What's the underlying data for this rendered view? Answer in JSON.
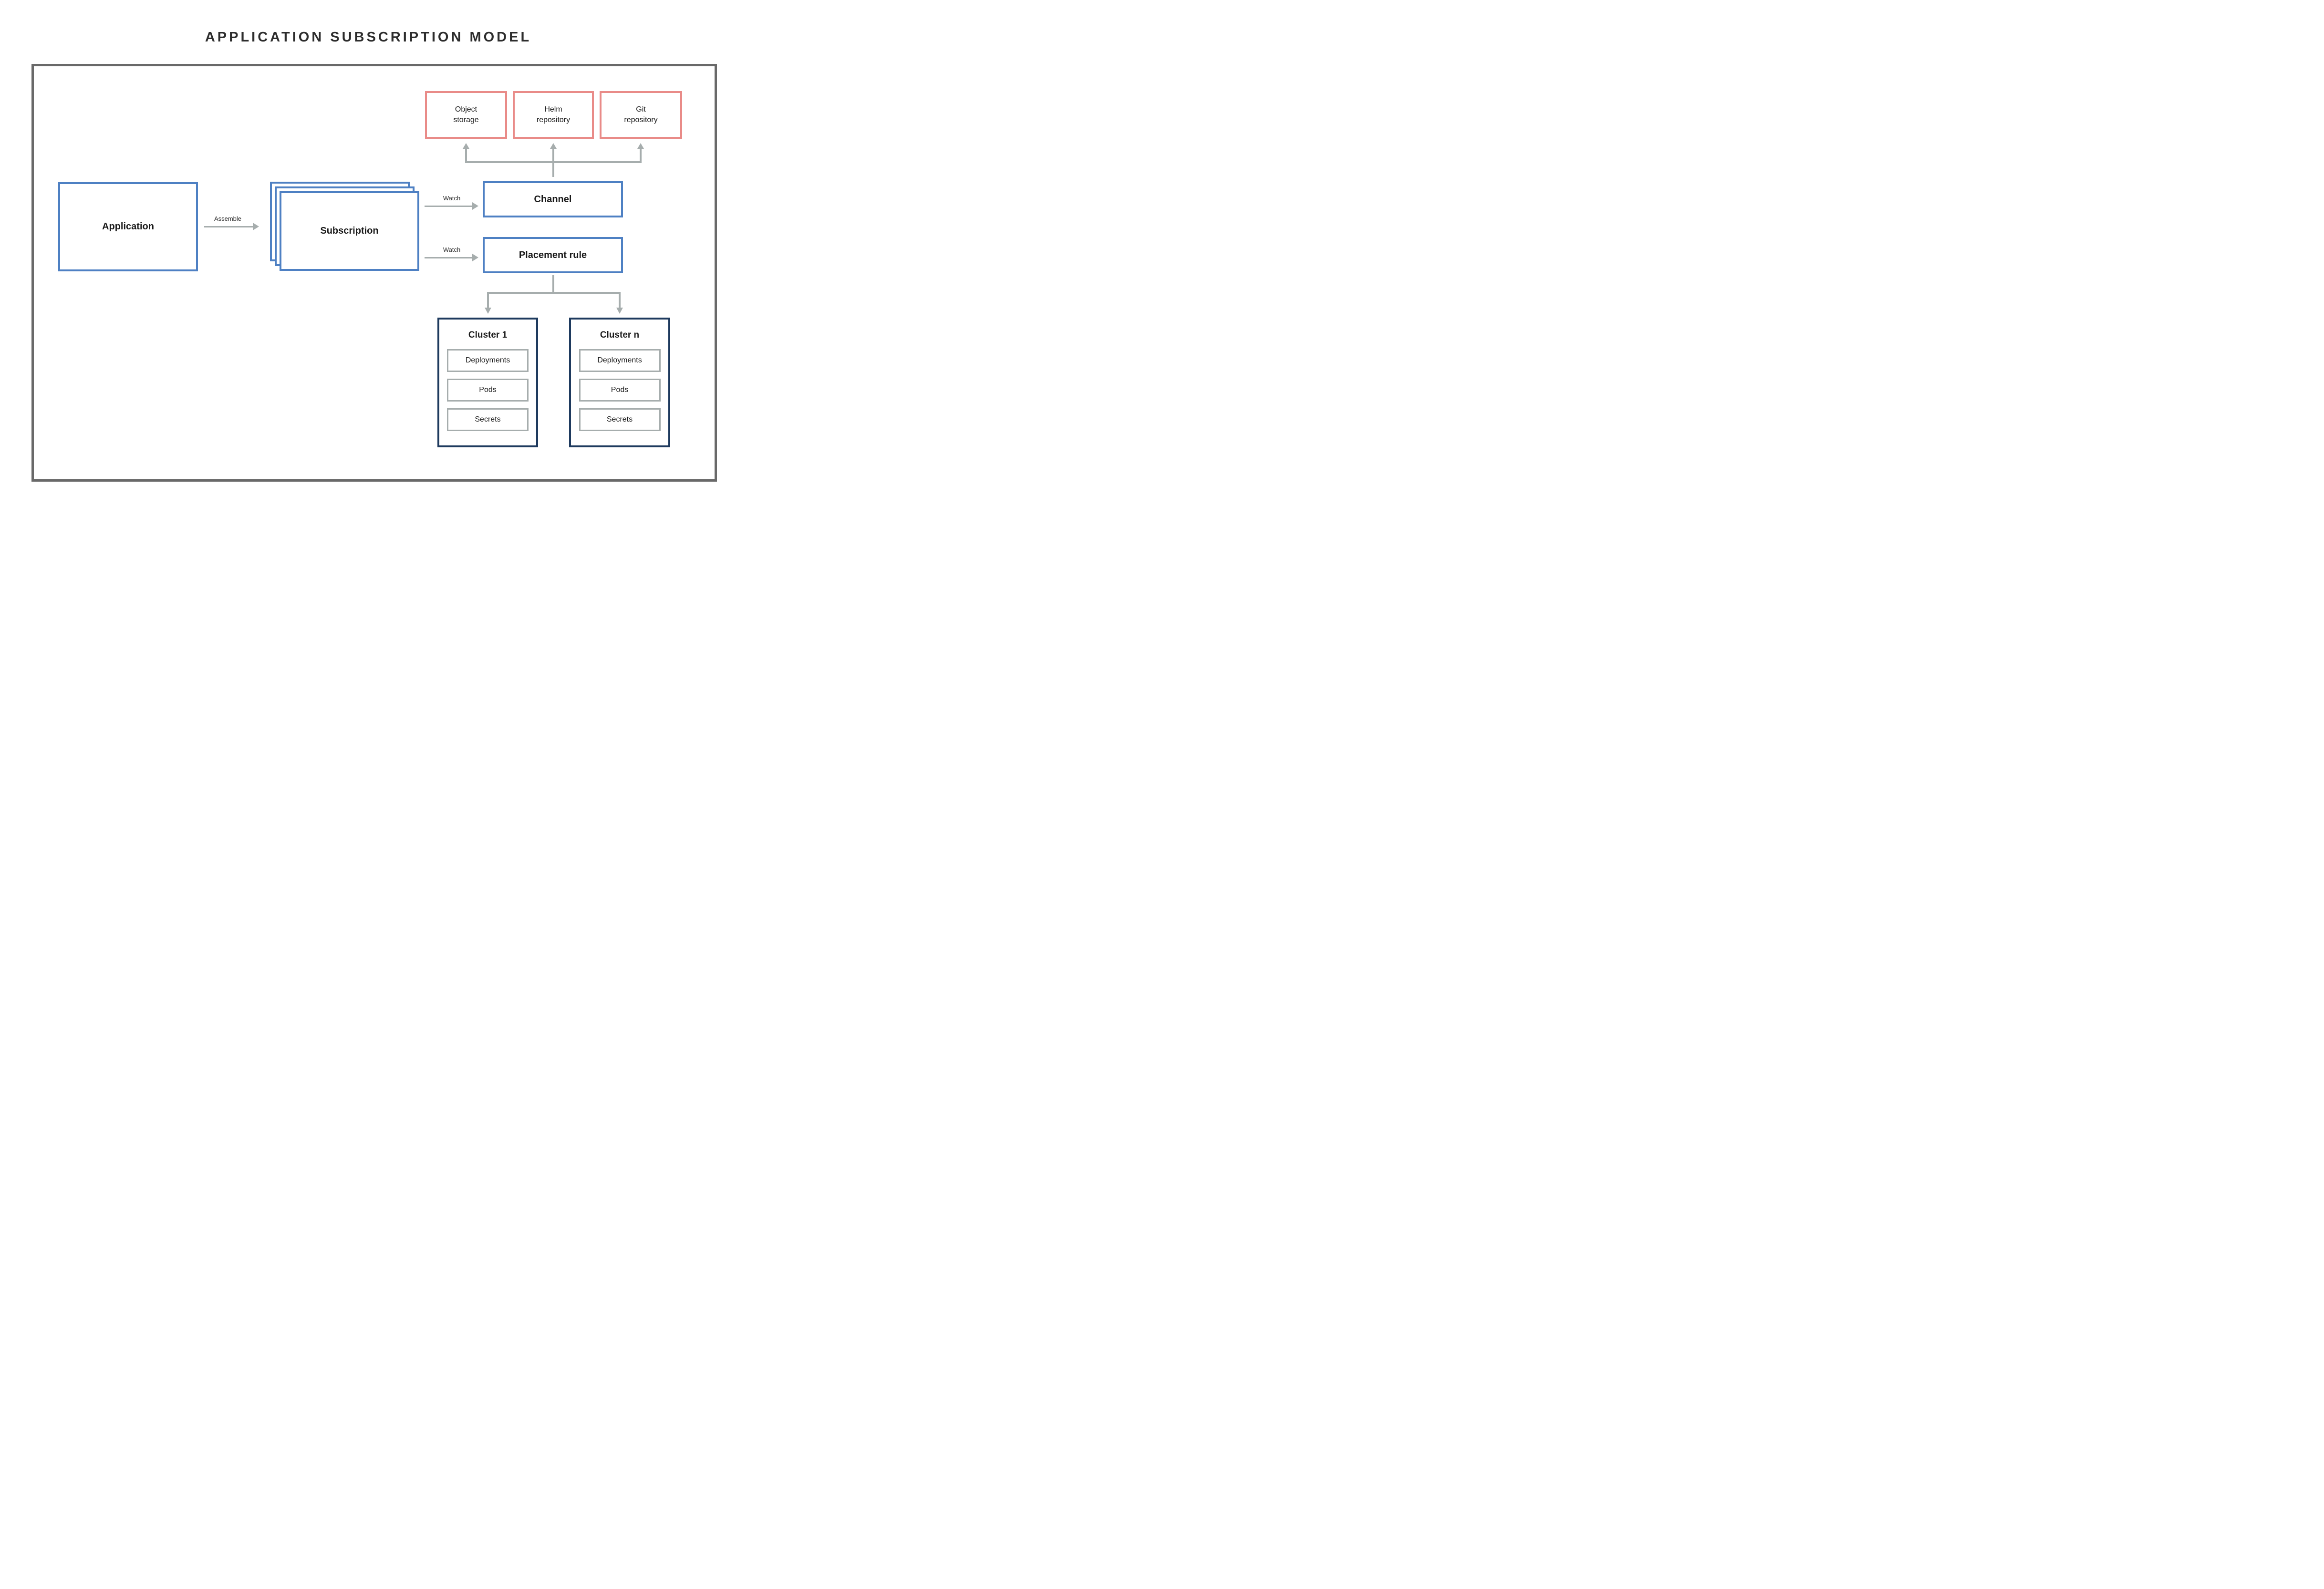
{
  "title": "APPLICATION SUBSCRIPTION MODEL",
  "colors": {
    "node_border_blue": "#4E80C3",
    "repo_border_red": "#E98B88",
    "cluster_border_navy": "#1E3A5E",
    "connector_gray": "#A6ADAD",
    "frame_gray": "#696969",
    "title_color": "#2D2D2D",
    "text_color": "#1A1A1A"
  },
  "nodes": {
    "application": {
      "label": "Application"
    },
    "subscription": {
      "label": "Subscription"
    },
    "channel": {
      "label": "Channel"
    },
    "placement_rule": {
      "label": "Placement rule"
    }
  },
  "edges": {
    "assemble": {
      "label": "Assemble"
    },
    "watch_channel": {
      "label": "Watch"
    },
    "watch_placement_rule": {
      "label": "Watch"
    }
  },
  "repositories": [
    {
      "line1": "Object",
      "line2": "storage"
    },
    {
      "line1": "Helm",
      "line2": "repository"
    },
    {
      "line1": "Git",
      "line2": "repository"
    }
  ],
  "clusters": [
    {
      "label": "Cluster 1",
      "resources": [
        "Deployments",
        "Pods",
        "Secrets"
      ]
    },
    {
      "label": "Cluster n",
      "resources": [
        "Deployments",
        "Pods",
        "Secrets"
      ]
    }
  ]
}
